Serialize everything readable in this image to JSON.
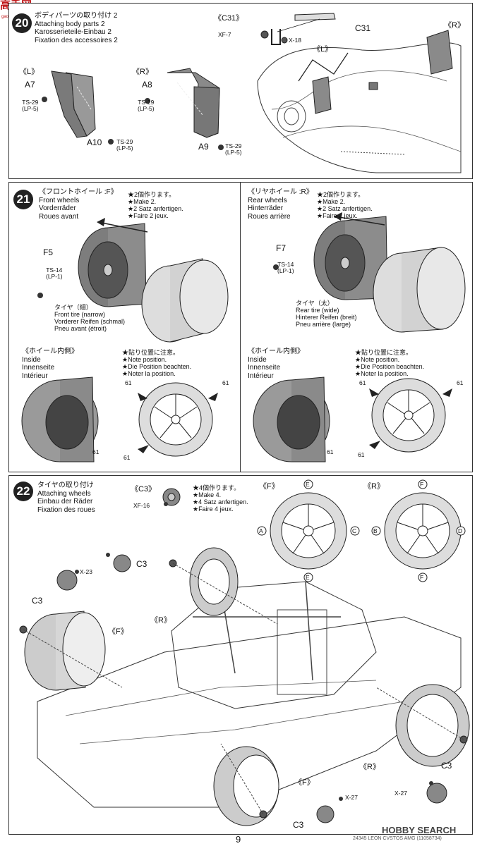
{
  "watermark": {
    "site": "高手网",
    "site_url": "gaoshou.net",
    "bottom": "HOBBY SEARCH"
  },
  "step20": {
    "number": "20",
    "title_jp": "ボディパーツの取り付け 2",
    "title_en": "Attaching body parts 2",
    "title_de": "Karosserieteile-Einbau 2",
    "title_fr": "Fixation des accessoires 2",
    "left_tag": "《L》",
    "right_tag": "《R》",
    "c31_tag": "《C31》",
    "xf7": "XF-7",
    "x18": "X-18",
    "c31": "C31",
    "a7": "A7",
    "a8": "A8",
    "a10": "A10",
    "a9": "A9",
    "ts29": "TS-29",
    "lp5": "(LP-5)",
    "view_l": "《L》",
    "view_r": "《R》"
  },
  "step21": {
    "number": "21",
    "front": {
      "tag_jp": "《フロントホイール :F》",
      "en": "Front wheels",
      "de": "Vorderräder",
      "fr": "Roues avant",
      "make_jp": "★2個作ります。",
      "make_en": "★Make 2.",
      "make_de": "★2 Satz anfertigen.",
      "make_fr": "★Faire 2 jeux.",
      "part": "F5",
      "ts": "TS-14",
      "lp": "(LP-1)",
      "tire_jp": "タイヤ（細）",
      "tire_en": "Front tire (narrow)",
      "tire_de": "Vorderer Reifen (schmal)",
      "tire_fr": "Pneu avant (étroit)"
    },
    "rear": {
      "tag_jp": "《リヤホイール :R》",
      "en": "Rear wheels",
      "de": "Hinterräder",
      "fr": "Roues arrière",
      "make_jp": "★2個作ります。",
      "make_en": "★Make 2.",
      "make_de": "★2 Satz anfertigen.",
      "make_fr": "★Faire 2 jeux.",
      "part": "F7",
      "ts": "TS-14",
      "lp": "(LP-1)",
      "tire_jp": "タイヤ（太）",
      "tire_en": "Rear tire (wide)",
      "tire_de": "Hinterer Reifen (breit)",
      "tire_fr": "Pneu arrière (large)"
    },
    "inside": {
      "tag_jp": "《ホイール内側》",
      "en": "Inside",
      "de": "Innenseite",
      "fr": "Intérieur",
      "note_jp": "★貼り位置に注意。",
      "note_en": "★Note position.",
      "note_de": "★Die Position beachten.",
      "note_fr": "★Noter la position.",
      "decal": "61"
    }
  },
  "step22": {
    "number": "22",
    "title_jp": "タイヤの取り付け",
    "title_en": "Attaching wheels",
    "title_de": "Einbau der Räder",
    "title_fr": "Fixation des roues",
    "c3_tag": "《C3》",
    "xf16": "XF-16",
    "make_jp": "★4個作ります。",
    "make_en": "★Make 4.",
    "make_de": "★4 Satz anfertigen.",
    "make_fr": "★Faire 4 jeux.",
    "f_tag": "《F》",
    "r_tag": "《R》",
    "letters": {
      "a": "A",
      "b": "B",
      "c": "C",
      "d": "D",
      "e": "E",
      "f": "F"
    },
    "c3": "C3",
    "x23": "X-23",
    "x27": "X-27"
  },
  "footer": {
    "page": "9",
    "code": "24345 LEON CVSTOS AMG (11058734)"
  }
}
